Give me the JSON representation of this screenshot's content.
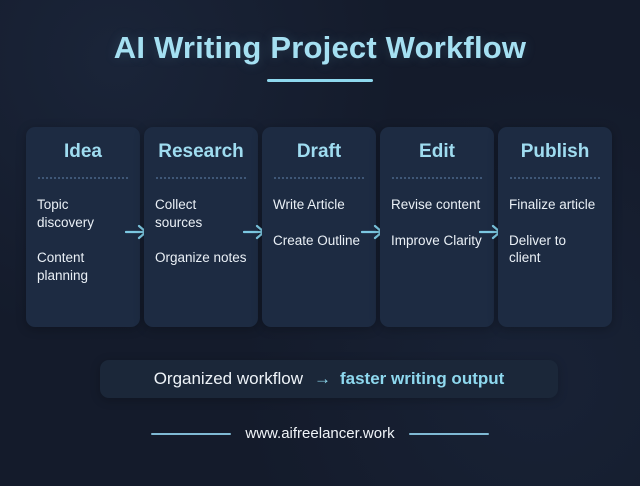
{
  "title": {
    "text": "AI Writing Project Workflow",
    "accent_color": "#a5e0f2",
    "underline_color": "#8ed8ee"
  },
  "colors": {
    "background": "#141b2b",
    "card_background": "#1d2b42",
    "heading": "#9fdcf0",
    "body_text": "#eaf0f6",
    "accent": "#8ed8ee",
    "divider": "#3f5777"
  },
  "arrow_icon": "arrow-right-icon",
  "steps": [
    {
      "heading": "Idea",
      "items": [
        "Topic discovery",
        "Content planning"
      ]
    },
    {
      "heading": "Research",
      "items": [
        "Collect sources",
        "Organize notes"
      ]
    },
    {
      "heading": "Draft",
      "items": [
        "Write Article",
        "Create Outline"
      ]
    },
    {
      "heading": "Edit",
      "items": [
        "Revise content",
        "Improve Clarity"
      ]
    },
    {
      "heading": "Publish",
      "items": [
        "Finalize article",
        "Deliver to client"
      ]
    }
  ],
  "banner": {
    "left_text": "Organized workflow",
    "arrow": "→",
    "right_text": "faster writing output"
  },
  "footer": {
    "text": "www.aifreelancer.work"
  }
}
